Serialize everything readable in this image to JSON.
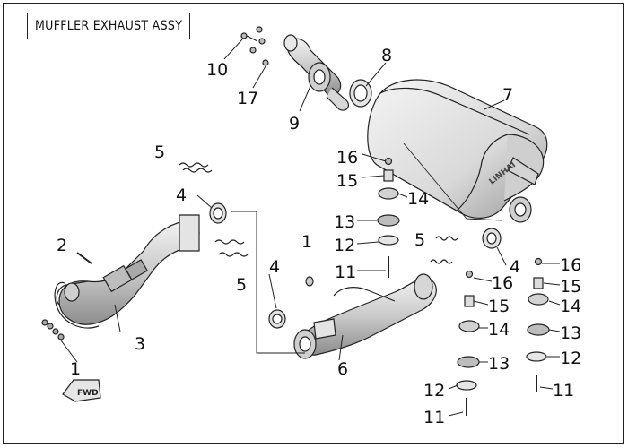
{
  "title": "MUFFLER EXHAUST ASSY",
  "fwd_label": "FWD",
  "muffler_brand": "LINHAI",
  "callouts": [
    {
      "id": "c10",
      "text": "10"
    },
    {
      "id": "c17",
      "text": "17"
    },
    {
      "id": "c9",
      "text": "9"
    },
    {
      "id": "c8",
      "text": "8"
    },
    {
      "id": "c7",
      "text": "7"
    },
    {
      "id": "c5a",
      "text": "5"
    },
    {
      "id": "c4a",
      "text": "4"
    },
    {
      "id": "c2",
      "text": "2"
    },
    {
      "id": "c3",
      "text": "3"
    },
    {
      "id": "c1a",
      "text": "1"
    },
    {
      "id": "c1b",
      "text": "1"
    },
    {
      "id": "c4b",
      "text": "4"
    },
    {
      "id": "c5b",
      "text": "5"
    },
    {
      "id": "c6",
      "text": "6"
    },
    {
      "id": "c16a",
      "text": "16"
    },
    {
      "id": "c15a",
      "text": "15"
    },
    {
      "id": "c14a",
      "text": "14"
    },
    {
      "id": "c13a",
      "text": "13"
    },
    {
      "id": "c12a",
      "text": "12"
    },
    {
      "id": "c11a",
      "text": "11"
    },
    {
      "id": "c5c",
      "text": "5"
    },
    {
      "id": "c4c",
      "text": "4"
    },
    {
      "id": "c16b",
      "text": "16"
    },
    {
      "id": "c15b",
      "text": "15"
    },
    {
      "id": "c14b",
      "text": "14"
    },
    {
      "id": "c13b",
      "text": "13"
    },
    {
      "id": "c12b",
      "text": "12"
    },
    {
      "id": "c11b",
      "text": "11"
    },
    {
      "id": "c16c",
      "text": "16"
    },
    {
      "id": "c15c",
      "text": "15"
    },
    {
      "id": "c14c",
      "text": "14"
    },
    {
      "id": "c13c",
      "text": "13"
    },
    {
      "id": "c12c",
      "text": "12"
    },
    {
      "id": "c11c",
      "text": "11"
    }
  ]
}
